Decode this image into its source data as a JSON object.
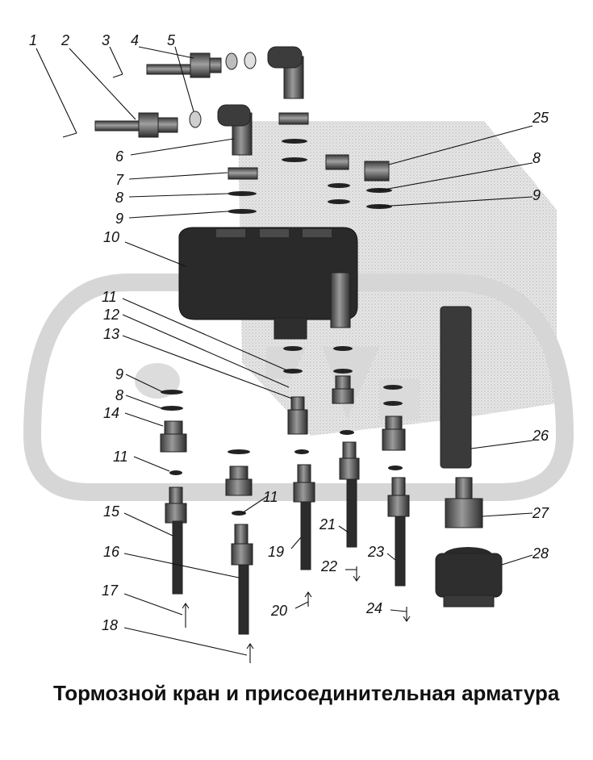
{
  "caption": "Тормозной кран и присоединительная арматура",
  "callouts": [
    "1",
    "2",
    "3",
    "4",
    "5",
    "6",
    "7",
    "8",
    "9",
    "10",
    "11",
    "12",
    "13",
    "9",
    "8",
    "14",
    "11",
    "11",
    "15",
    "16",
    "17",
    "18",
    "19",
    "20",
    "21",
    "22",
    "23",
    "24",
    "25",
    "8",
    "9",
    "26",
    "27",
    "28"
  ],
  "colors": {
    "ink": "#111111",
    "watermark": "#d2d2d2",
    "body": "#2a2a2a",
    "metal": "#777777"
  }
}
